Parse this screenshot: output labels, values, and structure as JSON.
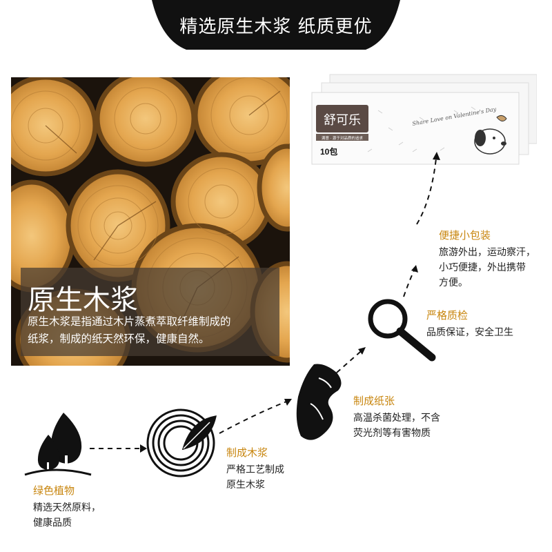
{
  "header": {
    "title": "精选原生木浆 纸质更优"
  },
  "wood_panel": {
    "title": "原生木浆",
    "desc_line1": "原生木浆是指通过木片蒸煮萃取纤维制成的",
    "desc_line2": "纸浆，制成的纸天然环保，健康自然。"
  },
  "product": {
    "brand": "舒可乐",
    "slogan": "满意 · 源于对品质的追求",
    "count": "10包",
    "script_text": "Share Love on Valentine's Day"
  },
  "steps": [
    {
      "title": "绿色植物",
      "desc": [
        "精选天然原料，",
        "健康品质"
      ],
      "icon": "tree-icon"
    },
    {
      "title": "制成木浆",
      "desc": [
        "严格工艺制成",
        "原生木浆"
      ],
      "icon": "leaf-circle-icon"
    },
    {
      "title": "制成纸张",
      "desc": [
        "高温杀菌处理，不含",
        "荧光剂等有害物质"
      ],
      "icon": "paper-roll-icon"
    },
    {
      "title": "严格质检",
      "desc": [
        "品质保证，安全卫生"
      ],
      "icon": "magnifier-icon"
    },
    {
      "title": "便捷小包装",
      "desc": [
        "旅游外出，运动察汗，",
        "小巧便捷，外出携带",
        "方便。"
      ],
      "icon": ""
    }
  ],
  "colors": {
    "accent": "#c8860f",
    "dark": "#111111"
  }
}
